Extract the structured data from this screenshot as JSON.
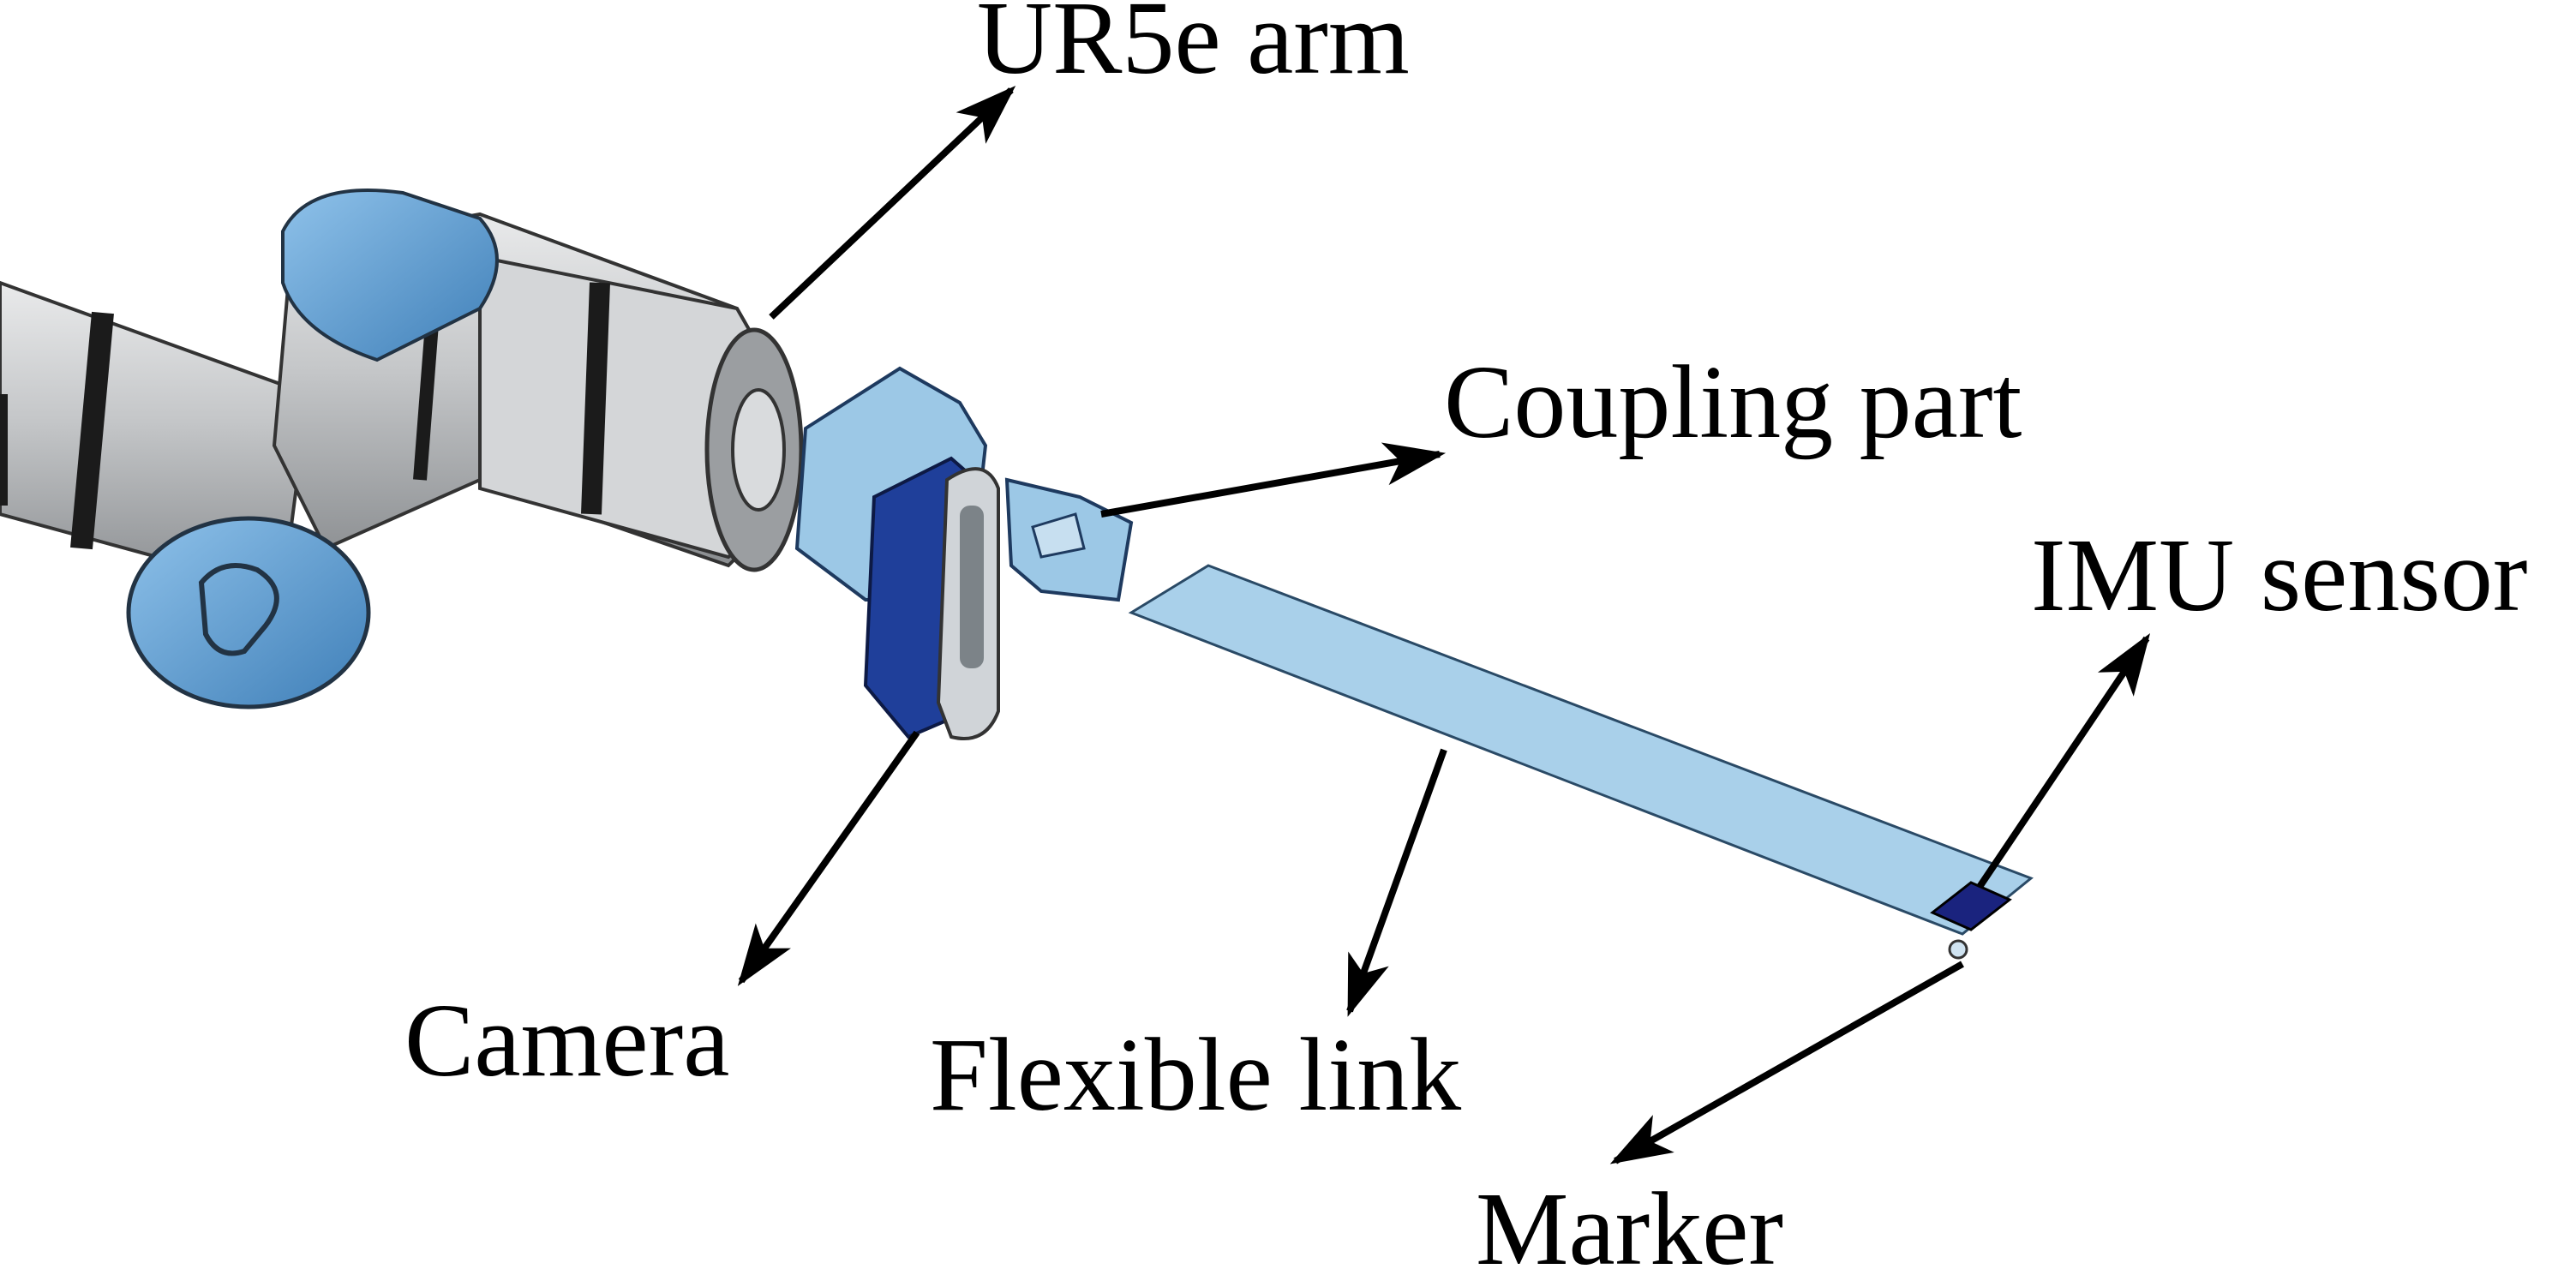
{
  "diagram": {
    "labels": {
      "arm": "UR5e arm",
      "coupling": "Coupling part",
      "imu": "IMU sensor",
      "camera": "Camera",
      "flexible_link": "Flexible link",
      "marker": "Marker"
    },
    "colors": {
      "ur_blue": "#6aa9dd",
      "ur_blue_dark": "#3f7fb8",
      "arm_grey": "#c9cbcd",
      "arm_grey_dark": "#8e9194",
      "joint_band": "#1b1b1b",
      "camera_body": "#9cc8e6",
      "camera_dark": "#1f3f9a",
      "link_blue": "#a9d0ea",
      "imu_dark": "#1a237e",
      "arrow": "#000000"
    }
  }
}
